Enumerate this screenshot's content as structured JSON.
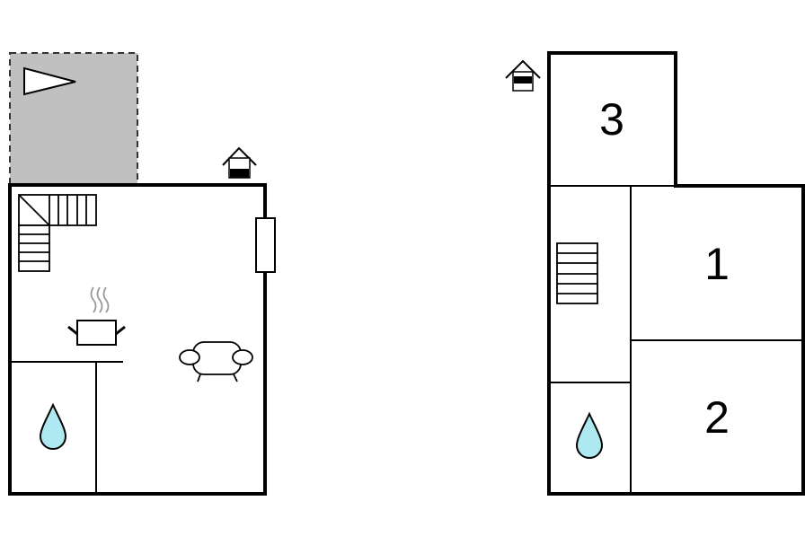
{
  "floorplan": {
    "ground_floor": {
      "terrace": {
        "icon": "terrace-flag-icon",
        "fill": "#c0c0c0"
      },
      "entrance_icon": "entrance-house-icon",
      "staircase_icon": "staircase-icon",
      "kitchen_icon": "cooking-pot-icon",
      "living_icon": "sofa-icon",
      "bathroom_icon": "water-drop-icon",
      "door_icon": "door-icon"
    },
    "upper_floor": {
      "entrance_icon": "entrance-house-icon",
      "staircase_icon": "staircase-icon",
      "bathroom_icon": "water-drop-icon",
      "rooms": [
        {
          "number": "3"
        },
        {
          "number": "1"
        },
        {
          "number": "2"
        }
      ]
    },
    "colors": {
      "wall": "#000000",
      "water": "#aee9f2",
      "terrace": "#c0c0c0"
    }
  }
}
